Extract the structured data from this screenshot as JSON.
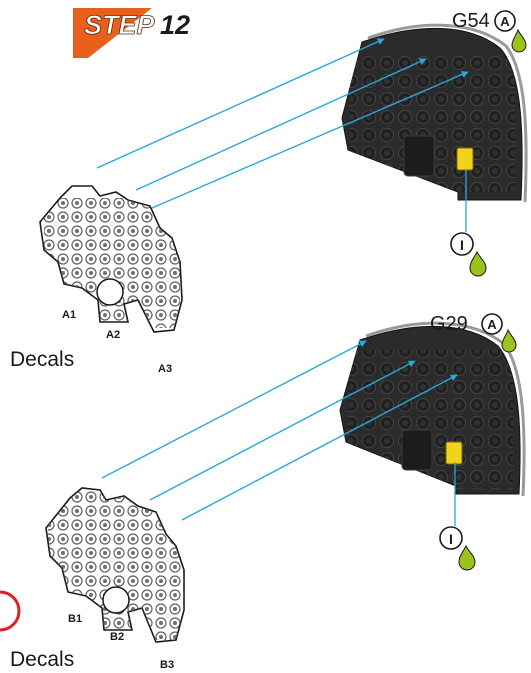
{
  "header": {
    "step_word": "STEP",
    "step_number": "12",
    "banner_color": "#e8601c"
  },
  "colors": {
    "arrow": "#2aa7dc",
    "panel_dark": "#2b2b2b",
    "paint_yellow": "#f2d21a",
    "drop_green": "#9cc21c"
  },
  "sections": [
    {
      "part_code": "G54",
      "paint_badge": "A",
      "detail_badge": "I",
      "decal_caption": "Decals",
      "decal_labels": [
        "A1",
        "A2",
        "A3"
      ]
    },
    {
      "part_code": "G29",
      "paint_badge": "A",
      "detail_badge": "I",
      "decal_caption": "Decals",
      "decal_labels": [
        "B1",
        "B2",
        "B3"
      ]
    }
  ]
}
